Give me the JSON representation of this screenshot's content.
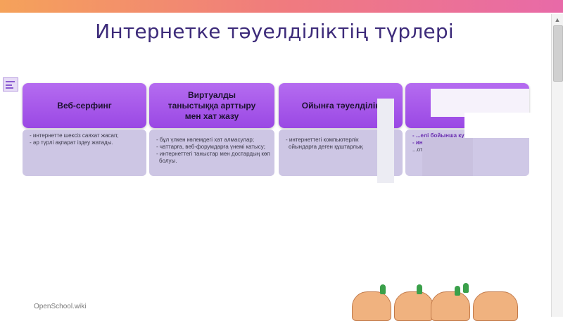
{
  "slide": {
    "title": "Интернетке тәуелділіктің түрлері"
  },
  "cards": [
    {
      "header": "Веб-серфинг",
      "items": [
        "- интернетте шексіз саяхат жасап;",
        "- әр түрлі ақпарат іздеу жатады."
      ]
    },
    {
      "header_lines": [
        "Виртуалды",
        "таныстыққа арттыру",
        "мен хат жазу"
      ],
      "items": [
        "- бұл үлкен көлемдегі хат алмасулар;",
        "- чаттарға, веб-форумдарға үнемі катысу;",
        "- интернеттегі таныстар мен достардың көп",
        "  болуы."
      ]
    },
    {
      "header": "Ойынға тәуелділік",
      "items": [
        "- интернеттегі компьютерлік",
        "  ойындарға деген құштарлық"
      ]
    },
    {
      "items": [
        "- ...елі бойынша кума...",
        "- интернет-дүк...",
        "  ...отерея"
      ]
    }
  ],
  "footer": "OpenSchool.wiki",
  "colors": {
    "header_purple": "#a857ea",
    "body_lavender": "#cdc6e4",
    "title": "#3d2b7a"
  }
}
